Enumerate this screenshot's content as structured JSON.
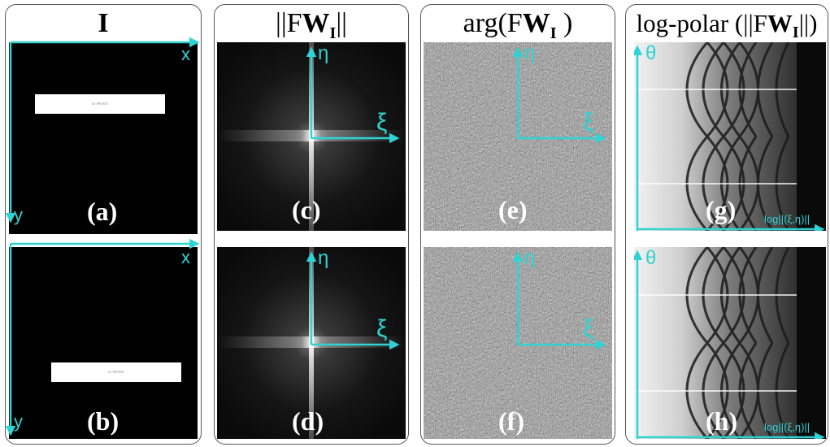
{
  "columns": [
    {
      "title_prefix": "",
      "title_bold": "I",
      "title_sub": "",
      "title_suffix": ""
    },
    {
      "title_prefix": "||F",
      "title_bold": "W",
      "title_sub": "I",
      "title_suffix": "||"
    },
    {
      "title_prefix": "arg(F",
      "title_bold": "W",
      "title_sub": "I",
      "title_suffix": " )"
    },
    {
      "title_prefix": "log-polar (||F",
      "title_bold": "W",
      "title_sub": "I",
      "title_suffix": "||)"
    }
  ],
  "panels": {
    "a": {
      "label": "(a)",
      "axis_x": "x",
      "axis_y": "y",
      "rect_text": "Dr PROMO"
    },
    "b": {
      "label": "(b)",
      "axis_x": "x",
      "axis_y": "y",
      "rect_text": "Dr PROMO"
    },
    "c": {
      "label": "(c)",
      "axis_x": "ξ",
      "axis_y": "η"
    },
    "d": {
      "label": "(d)",
      "axis_x": "ξ",
      "axis_y": "η"
    },
    "e": {
      "label": "(e)",
      "axis_x": "ξ",
      "axis_y": "η"
    },
    "f": {
      "label": "(f)",
      "axis_x": "ξ",
      "axis_y": "η"
    },
    "g": {
      "label": "(g)",
      "axis_x": "log||(ξ,η)||",
      "axis_y": "θ"
    },
    "h": {
      "label": "(h)",
      "axis_x": "log||(ξ,η)||",
      "axis_y": "θ"
    }
  },
  "colors": {
    "axis": "#2fd3d3",
    "background": "#000000",
    "label": "#ffffff"
  }
}
